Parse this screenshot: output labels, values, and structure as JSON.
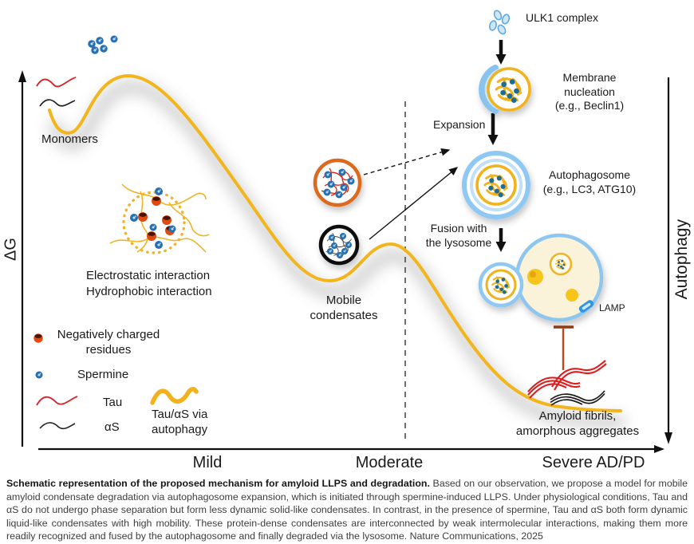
{
  "diagram": {
    "y_axis_left": "ΔG",
    "y_axis_right": "Autophagy",
    "x_axis": {
      "mild": "Mild",
      "moderate": "Moderate",
      "severe": "Severe AD/PD"
    },
    "labels": {
      "monomers": "Monomers",
      "ulk1_complex": "ULK1 complex",
      "membrane_nucleation": "Membrane\nnucleation\n(e.g., Beclin1)",
      "expansion": "Expansion",
      "autophagosome": "Autophagosome\n(e.g., LC3, ATG10)",
      "fusion_lysosome": "Fusion with\nthe lysosome",
      "lamp": "LAMP",
      "mobile_condensates": "Mobile\ncondensates",
      "electrostatic": "Electrostatic interaction",
      "hydrophobic": "Hydrophobic interaction",
      "amyloid_fibrils": "Amyloid fibrils,\namorphous aggregates"
    },
    "legend": {
      "negatively_charged": "Negatively charged\nresidues",
      "spermine": "Spermine",
      "tau": "Tau",
      "alpha_synuclein": "αS",
      "tau_as_autophagy": "Tau/αS via\nautophagy"
    },
    "colors": {
      "curve_yellow": "#F2B51B",
      "condensate_orange": "#DD6B1F",
      "condensate_black": "#111111",
      "spermine_blue": "#2470B3",
      "residue_red": "#E04A10",
      "membrane_blue": "#8FC8F2",
      "lysosome_fill": "#FAF3D9",
      "vesicle_dot_teal": "#1F6C94",
      "inhibition_brown": "#B0451C",
      "fibril_red": "#E01E1E"
    }
  },
  "caption": {
    "bold": "Schematic representation of the proposed mechanism for amyloid LLPS and degradation.",
    "text": " Based on our observation, we propose a model for mobile amyloid condensate degradation via autophagosome expansion, which is initiated through spermine-induced LLPS. Under physiological conditions, Tau and αS do not undergo phase separation but form less dynamic solid-like condensates. In contrast, in the presence of spermine, Tau and αS both form dynamic liquid-like condensates with high mobility. These protein-dense condensates are interconnected by weak intermolecular interactions, making them more readily recognized and fused by the autophagosome and finally degraded via the lysosome. Nature Communications, 2025"
  }
}
